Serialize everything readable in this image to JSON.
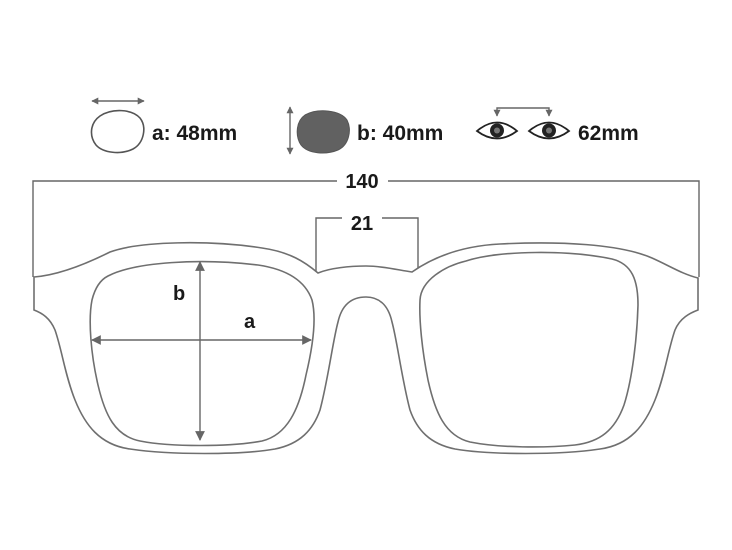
{
  "legend": {
    "lens_width": {
      "label": "a: 48mm",
      "icon": "lens-outline-icon"
    },
    "lens_height": {
      "label": "b: 40mm",
      "icon": "lens-filled-icon",
      "fill_color": "#616161"
    },
    "pupil_distance": {
      "label": "62mm",
      "icon": "eyes-icon"
    }
  },
  "dimensions": {
    "total_width": "140",
    "bridge_width": "21",
    "lens_height_letter": "b",
    "lens_width_letter": "a"
  },
  "colors": {
    "outline": "#6f6f6f",
    "text": "#1a1a1a",
    "background": "#ffffff"
  }
}
